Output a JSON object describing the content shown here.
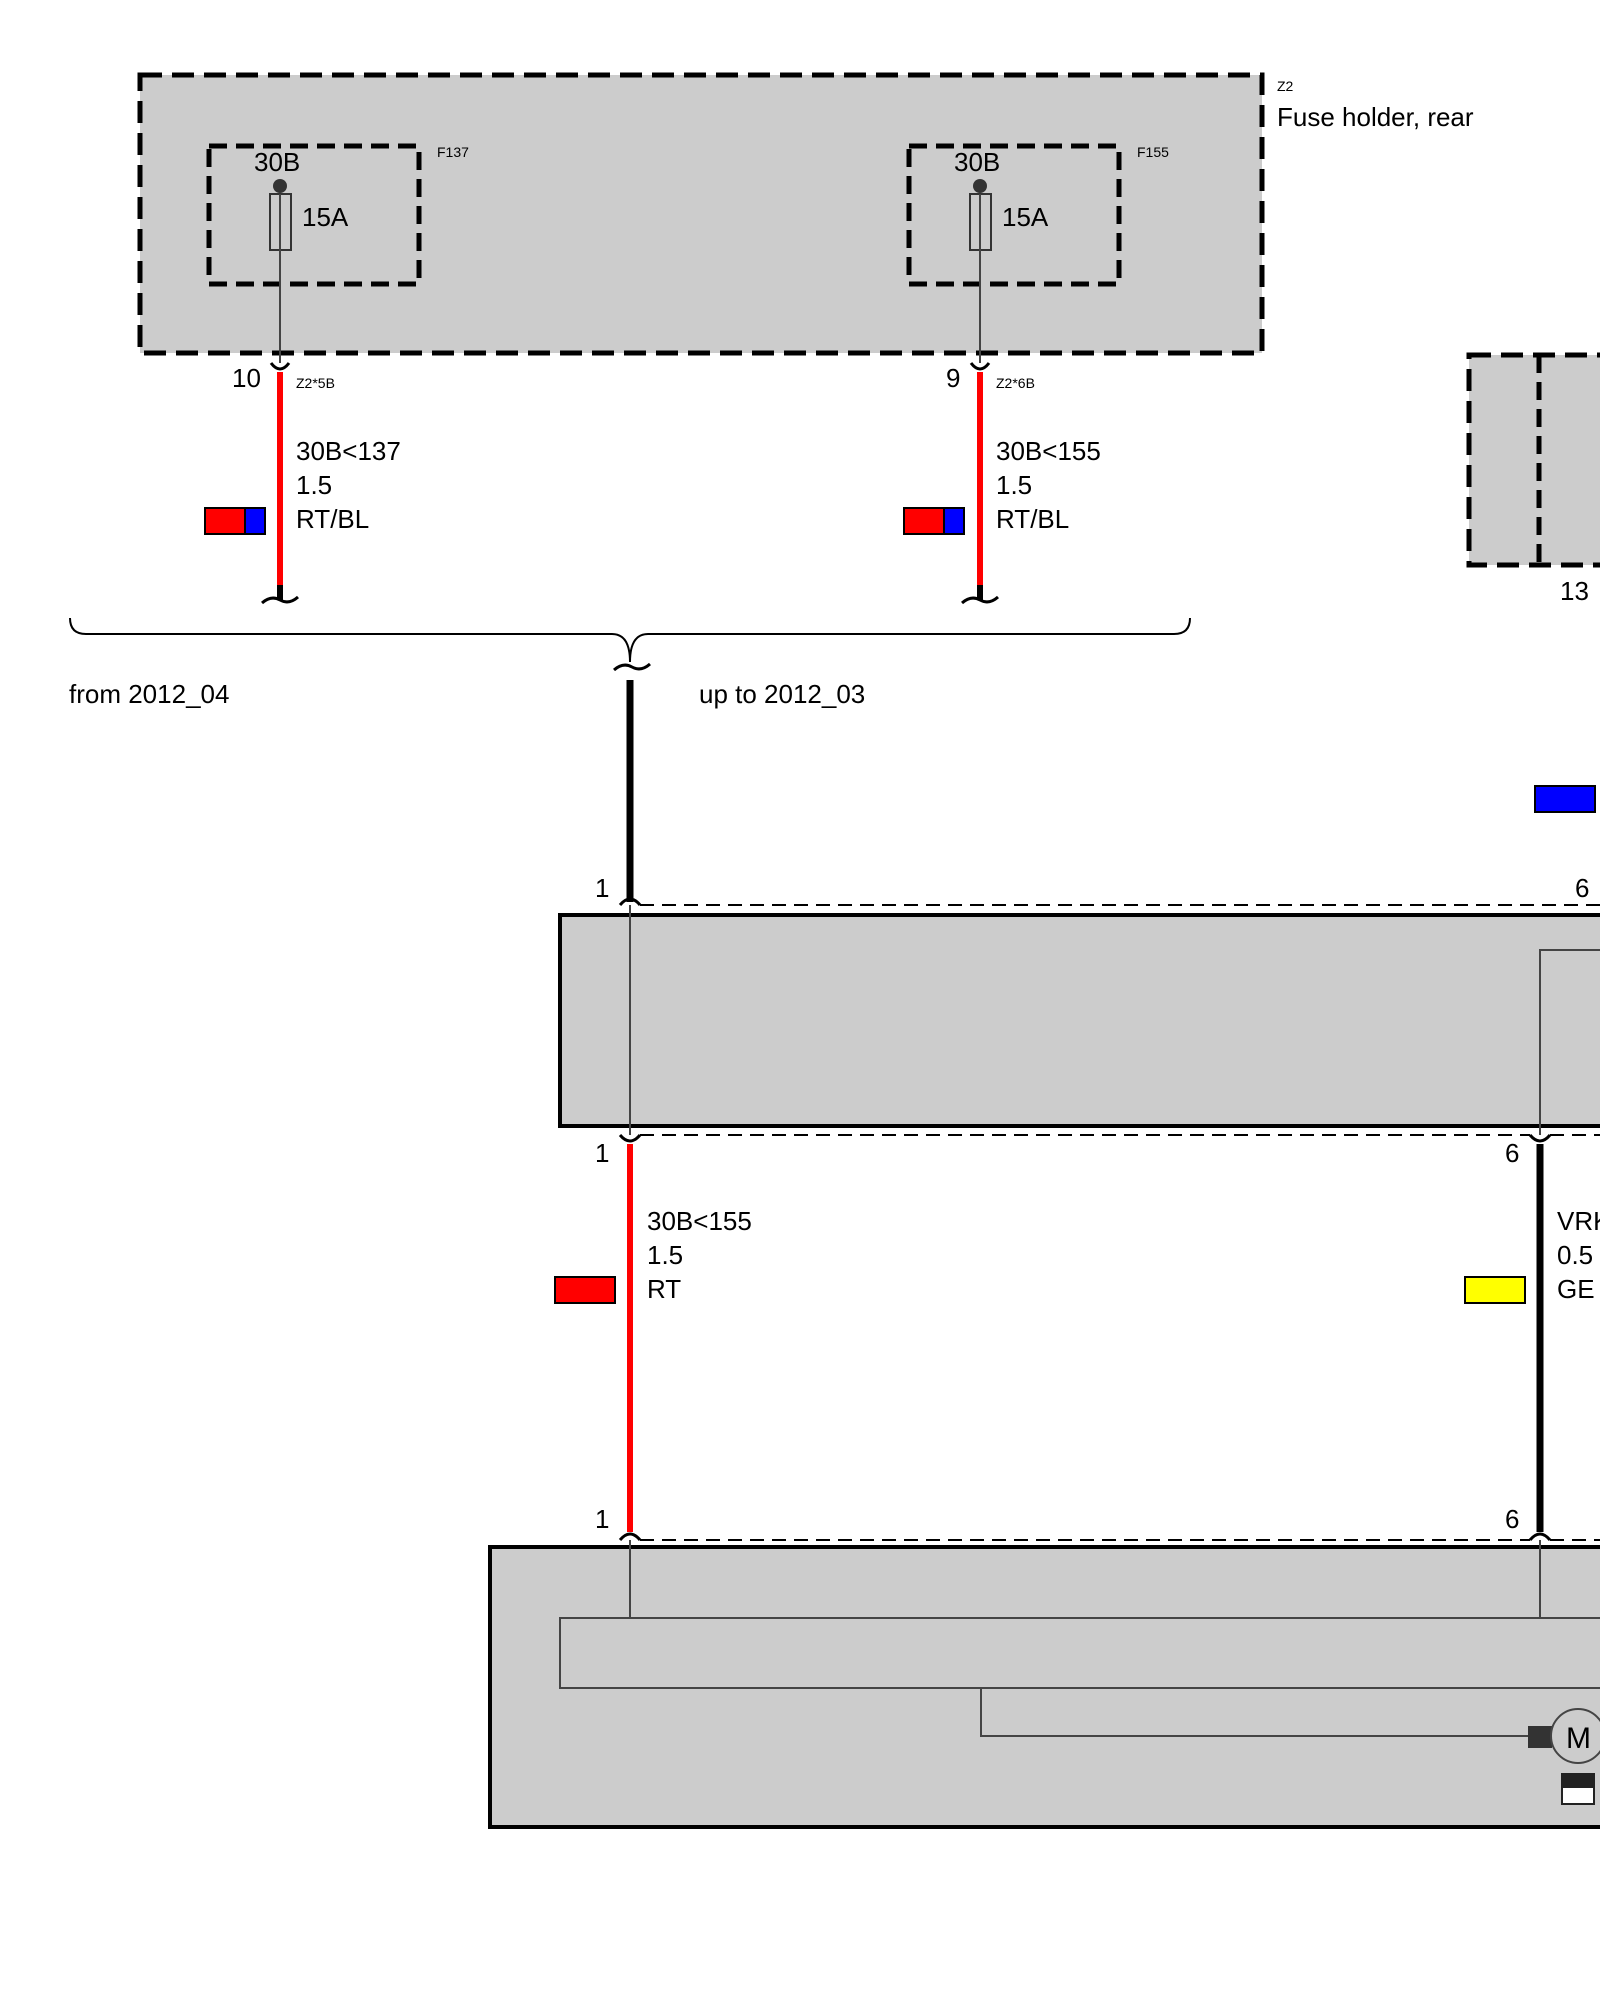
{
  "fuse_holder": {
    "id": "Z2",
    "title": "Fuse holder, rear",
    "fuses": [
      {
        "id": "F137",
        "terminal": "30B",
        "rating": "15A",
        "pin": "10",
        "connector": "Z2*5B",
        "wire": {
          "signal": "30B<137",
          "gauge": "1.5",
          "color_code": "RT/BL",
          "colors": [
            "#ff0000",
            "#0000ff"
          ]
        }
      },
      {
        "id": "F155",
        "terminal": "30B",
        "rating": "15A",
        "pin": "9",
        "connector": "Z2*6B",
        "wire": {
          "signal": "30B<155",
          "gauge": "1.5",
          "color_code": "RT/BL",
          "colors": [
            "#ff0000",
            "#0000ff"
          ]
        }
      }
    ]
  },
  "variants": {
    "left": "from 2012_04",
    "right": "up to 2012_03"
  },
  "right_partial_box": {
    "pin": "13"
  },
  "connector_pins": {
    "top_left": "1",
    "top_right": "6",
    "mid_left": "1",
    "mid_right": "6",
    "bottom_left": "1",
    "bottom_right": "6"
  },
  "lower_wires": {
    "left": {
      "signal": "30B<155",
      "gauge": "1.5",
      "color_code": "RT",
      "colors": [
        "#ff0000"
      ]
    },
    "right": {
      "signal": "VRK",
      "gauge": "0.5",
      "color_code": "GE",
      "colors": [
        "#ffff00"
      ]
    }
  },
  "colors": {
    "box_fill": "#cccccc",
    "wire_red": "#ff0000",
    "wire_black": "#000000",
    "blue": "#0000ff",
    "yellow": "#ffff00"
  },
  "icons": [
    "motor-icon",
    "fuse-icon",
    "connector-icon"
  ]
}
